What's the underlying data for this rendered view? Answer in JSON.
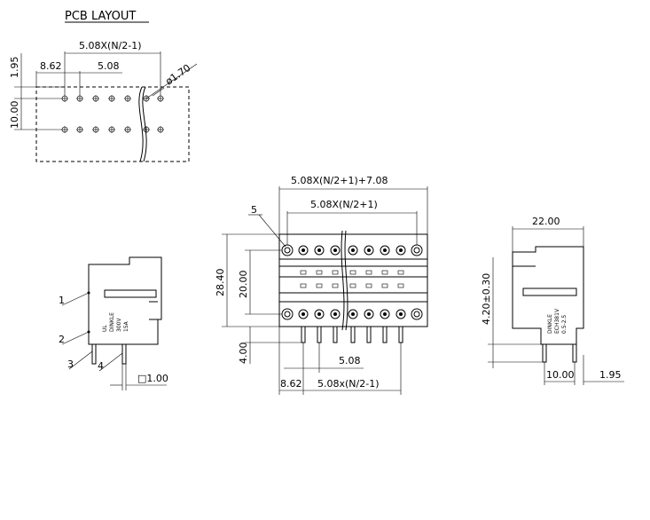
{
  "title": "PCB LAYOUT",
  "pcb": {
    "dim_pitch_group": "5.08X(N/2-1)",
    "dim_offset": "8.62",
    "dim_pitch": "5.08",
    "dim_hole": "ø1.70",
    "dim_top": "1.95",
    "dim_row_spacing": "10.00"
  },
  "front": {
    "dim_overall": "5.08X(N/2+1)+7.08",
    "dim_span": "5.08X(N/2+1)",
    "dim_height_total": "28.40",
    "dim_height_body": "20.00",
    "dim_pin_length": "4.00",
    "dim_pitch": "5.08",
    "dim_offset": "8.62",
    "dim_bottom_span": "5.08x(N/2-1)",
    "callout_5": "5"
  },
  "side_left": {
    "callouts": [
      "1",
      "2",
      "3",
      "4"
    ],
    "dim_pin_square": "□1.00",
    "markings": [
      "DINKLE",
      "300V",
      "15A",
      "UL"
    ]
  },
  "side_right": {
    "dim_depth": "22.00",
    "dim_height": "4.20±0.30",
    "dim_pin_offset": "10.00",
    "dim_pin_gap": "1.95",
    "markings": [
      "DINKLE",
      "0.5-2.5",
      "ECH381V"
    ]
  },
  "colors": {
    "line": "#000000",
    "background": "#ffffff"
  }
}
